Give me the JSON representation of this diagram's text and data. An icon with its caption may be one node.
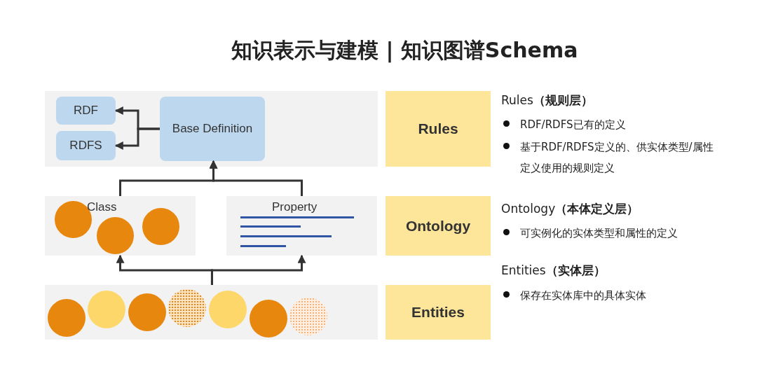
{
  "diagram": {
    "title": "知识表示与建模 | 知识图谱Schema",
    "nodes": [
      {
        "text": [],
        "shape": "box"
      },
      {
        "text": [
          "RDF"
        ],
        "in": 0
      },
      {
        "text": [
          "RDFS"
        ],
        "in": 0
      },
      {
        "text": [
          "Base Definition"
        ],
        "in": 0
      },
      {
        "text": [
          "Class"
        ]
      },
      {
        "text": [],
        "shape": "circle",
        "in": 4
      },
      {
        "text": [],
        "shape": "circle",
        "in": 4
      },
      {
        "text": [],
        "shape": "circle",
        "in": 4
      },
      {
        "text": [
          "Property"
        ]
      },
      {
        "text": [],
        "shape": "bar",
        "in": 8
      },
      {
        "text": [],
        "shape": "bar",
        "in": 8
      },
      {
        "text": [],
        "shape": "bar",
        "in": 8
      },
      {
        "text": [],
        "shape": "bar",
        "in": 8
      },
      {
        "text": [],
        "shape": "box"
      },
      {
        "text": [],
        "shape": "circle",
        "in": 13
      },
      {
        "text": [],
        "shape": "circle",
        "in": 13
      },
      {
        "text": [],
        "shape": "circle",
        "in": 13
      },
      {
        "text": [],
        "shape": "circle",
        "in": 13
      },
      {
        "text": [],
        "shape": "circle",
        "in": 13
      },
      {
        "text": [],
        "shape": "circle",
        "in": 13
      },
      {
        "text": [],
        "shape": "circle",
        "in": 13
      },
      {
        "text": [
          "Rules"
        ]
      },
      {
        "text": [
          "Ontology"
        ]
      },
      {
        "text": [
          "Entities"
        ]
      }
    ],
    "edges": [
      {
        "from": 3,
        "to": 1,
        "arrow": "to"
      },
      {
        "from": 3,
        "to": 2,
        "arrow": "to"
      },
      {
        "from": 4,
        "to": 3,
        "arrow": "to"
      },
      {
        "from": 8,
        "to": 3,
        "arrow": "to"
      },
      {
        "from": 13,
        "to": 4,
        "arrow": "to"
      },
      {
        "from": 13,
        "to": 8,
        "arrow": "to"
      }
    ],
    "labels": [
      "Rules**（规则层）**",
      "RDF/RDFS已有的定义",
      "基于RDF/RDFS定义的、供实体类型/属性定义使用的规则定义",
      "Ontology**（本体定义层）**",
      "可实例化的实体类型和属性的定义",
      "Entities**（实体层）**",
      "保存在实体库中的具体实体"
    ]
  }
}
